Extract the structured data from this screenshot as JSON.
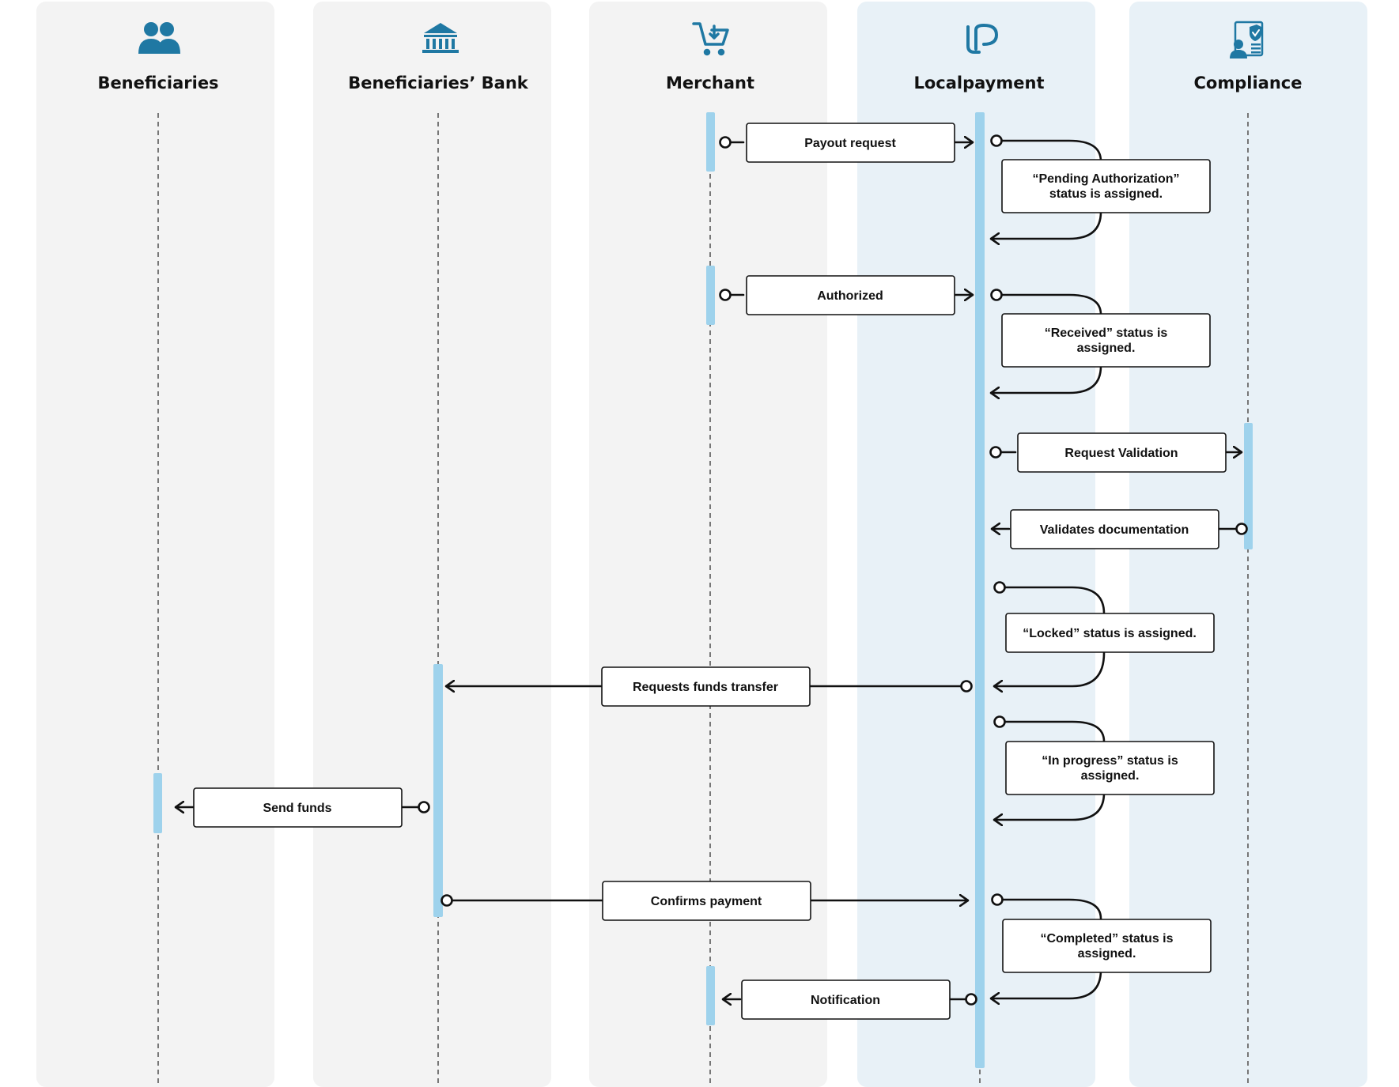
{
  "lanes": [
    {
      "id": "beneficiaries",
      "title": "Beneficiaries",
      "icon": "people-icon",
      "highlight": false
    },
    {
      "id": "bank",
      "title": "Beneficiaries’ Bank",
      "icon": "bank-icon",
      "highlight": false
    },
    {
      "id": "merchant",
      "title": "Merchant",
      "icon": "shopping-cart-icon",
      "highlight": false
    },
    {
      "id": "localpayment",
      "title": "Localpayment",
      "icon": "localpayment-logo-icon",
      "highlight": true
    },
    {
      "id": "compliance",
      "title": "Compliance",
      "icon": "compliance-document-icon",
      "highlight": true
    }
  ],
  "messages": [
    {
      "id": "payout-request",
      "label": "Payout request"
    },
    {
      "id": "pending-authorization",
      "label": "“Pending Authorization” status is assigned."
    },
    {
      "id": "authorized",
      "label": "Authorized"
    },
    {
      "id": "received-status",
      "label": "“Received” status is assigned."
    },
    {
      "id": "request-validation",
      "label": "Request Validation"
    },
    {
      "id": "validates-documentation",
      "label": "Validates documentation"
    },
    {
      "id": "locked-status",
      "label": "“Locked” status is assigned."
    },
    {
      "id": "requests-funds-transfer",
      "label": "Requests funds transfer"
    },
    {
      "id": "in-progress-status",
      "label": "“In progress” status is assigned."
    },
    {
      "id": "send-funds",
      "label": "Send funds"
    },
    {
      "id": "confirms-payment",
      "label": "Confirms payment"
    },
    {
      "id": "completed-status",
      "label": "“Completed” status is assigned."
    },
    {
      "id": "notification",
      "label": "Notification"
    }
  ],
  "colors": {
    "lane_bg": "#f3f3f3",
    "lane_highlight_bg": "#e8f1f7",
    "activation_bar": "#9ed2ec",
    "icon": "#1f78a3",
    "line": "#111111",
    "lifeline": "#777777"
  }
}
